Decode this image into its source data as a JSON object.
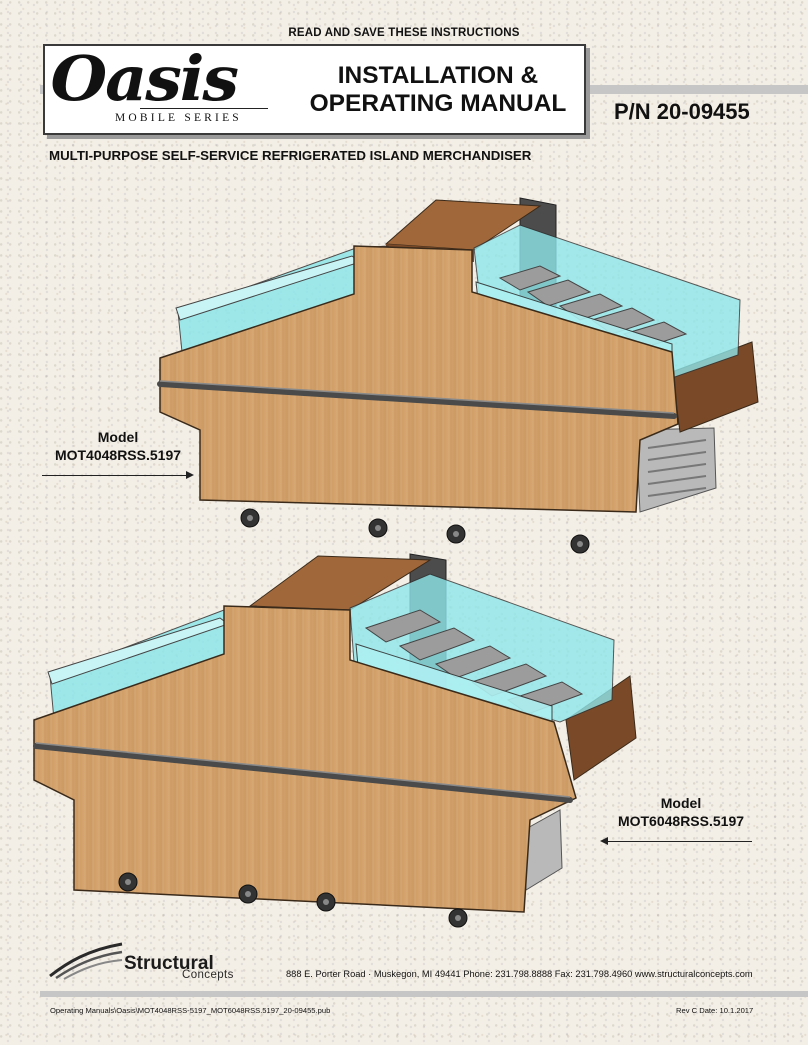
{
  "header": {
    "top_note": "READ AND SAVE THESE INSTRUCTIONS",
    "logo_word": "Oasis",
    "logo_sub": "MOBILE SERIES",
    "title_line1": "INSTALLATION &",
    "title_line2": "OPERATING MANUAL",
    "part_number": "P/N 20-09455",
    "subtitle": "MULTI-PURPOSE SELF-SERVICE REFRIGERATED ISLAND MERCHANDISER"
  },
  "products": [
    {
      "label": "Model",
      "model": "MOT4048RSS.5197"
    },
    {
      "label": "Model",
      "model": "MOT6048RSS.5197"
    }
  ],
  "footer": {
    "brand_name": "Structural",
    "brand_sub": "Concepts",
    "contact": "888 E. Porter Road · Muskegon, MI  49441  Phone: 231.798.8888  Fax: 231.798.4960  www.structuralconcepts.com",
    "file_path": "Operating Manuals\\Oasis\\MOT4048RSS-5197_MOT6048RSS.5197_20-09455.pub",
    "rev": "Rev C Date: 10.1.2017"
  },
  "colors": {
    "wood": "#d2a06a",
    "wood_dark": "#7a4a28",
    "glass": "#7fe0e6",
    "charcoal": "#4a4a4a",
    "frame_gray": "#c6c6c6"
  }
}
